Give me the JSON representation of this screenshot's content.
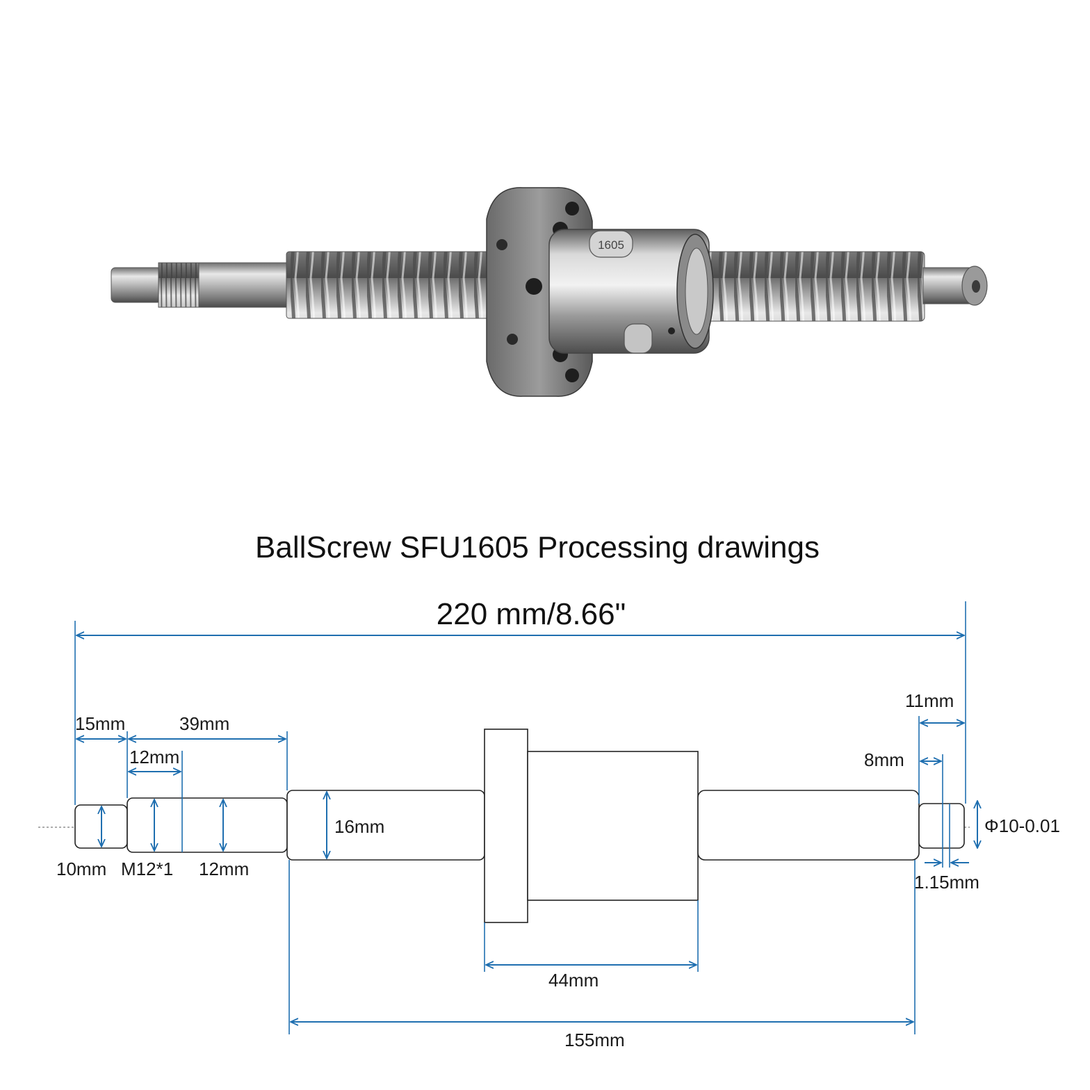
{
  "title": "BallScrew SFU1605 Processing drawings",
  "overall_length": "220 mm/8.66\"",
  "nut_marking": "1605",
  "dimensions": {
    "left_journal_length": "15mm",
    "thread_section_length": "39mm",
    "thread_length": "12mm",
    "left_journal_dia": "10mm",
    "thread_spec": "M12*1",
    "shoulder_dia": "12mm",
    "screw_dia": "16mm",
    "nut_length": "44mm",
    "thread_length_total": "155mm",
    "right_end_length": "11mm",
    "right_groove_pos": "8mm",
    "right_end_dia": "Φ10-0.01",
    "groove_width": "1.15mm"
  },
  "colors": {
    "dimension_line": "#1f6fb0",
    "outline": "#222222",
    "steel": "#b8b8b8"
  }
}
